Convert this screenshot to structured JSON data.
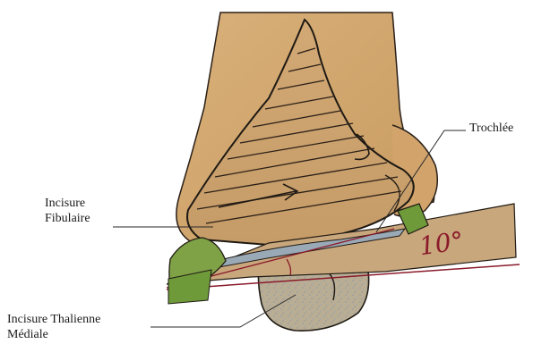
{
  "labels": {
    "trochlee": "Trochlée",
    "incisure_fibulaire_1": "Incisure",
    "incisure_fibulaire_2": "Fibulaire",
    "incisure_thalienne_1": "Incisure Thalienne",
    "incisure_thalienne_2": "Médiale",
    "angle": "10°"
  },
  "colors": {
    "paper": "#d4a86e",
    "paper_shadow": "#b98c55",
    "ink": "#1f1a14",
    "wedge": "#c8a57a",
    "lower_bone": "#b7a98e",
    "cartilage_green": "#6e9a3a",
    "angle_red": "#8a1a2a",
    "leader": "#2a2a2a"
  }
}
